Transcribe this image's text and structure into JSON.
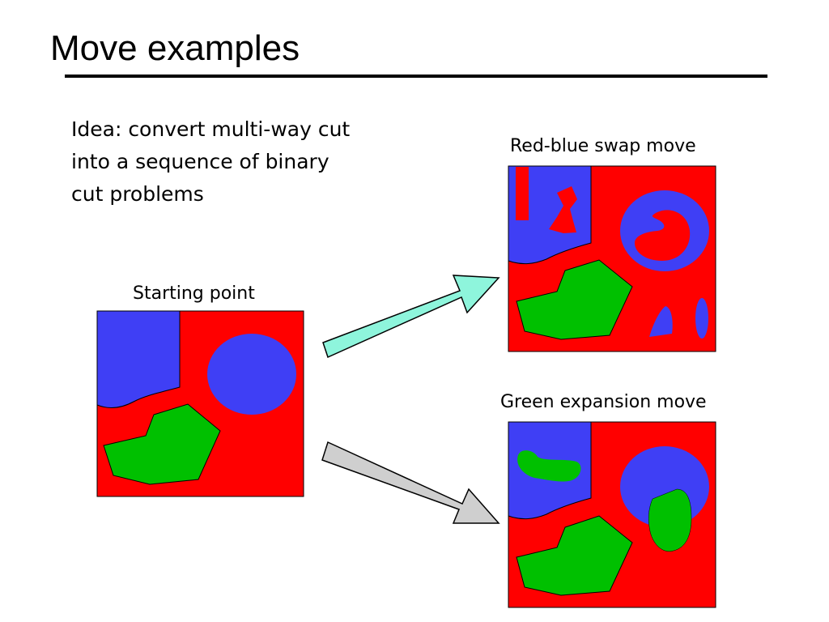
{
  "slide": {
    "title": "Move examples",
    "idea_text": "Idea: convert multi-way cut into a sequence of binary cut problems"
  },
  "panels": {
    "starting": {
      "caption": "Starting point"
    },
    "swap": {
      "caption": "Red-blue swap move"
    },
    "expansion": {
      "caption": "Green expansion move"
    }
  },
  "colors": {
    "red": "#ff0000",
    "blue": "#3f3ff5",
    "green": "#00c000",
    "arrow_up_fill": "#8ef5dc",
    "arrow_down_fill": "#cfcfcf"
  }
}
